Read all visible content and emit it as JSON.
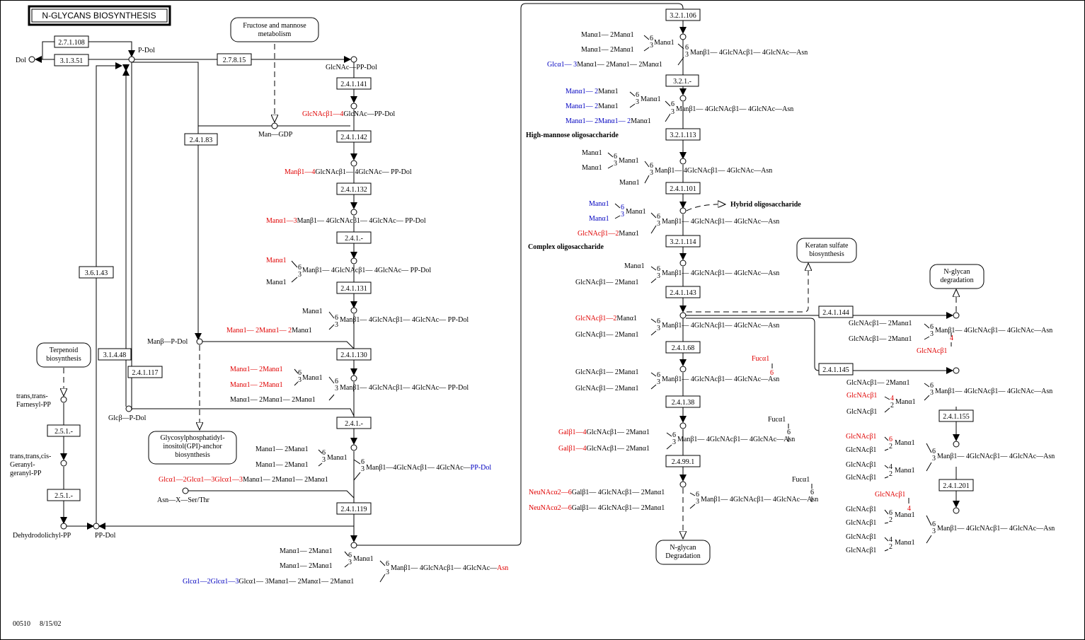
{
  "title": "N-GLYCANS BIOSYNTHESIS",
  "footer": {
    "map_id": "00510",
    "date": "8/15/02"
  },
  "enzymes": [
    "2.7.1.108",
    "3.1.3.51",
    "2.7.8.15",
    "3.6.1.43",
    "2.4.1.83",
    "3.1.4.48",
    "2.4.1.117",
    "2.5.1.-",
    "2.5.1.-",
    "2.4.1.141",
    "2.4.1.142",
    "2.4.1.132",
    "2.4.1.-",
    "2.4.1.131",
    "2.4.1.130",
    "2.4.1.-",
    "2.4.1.119",
    "3.2.1.106",
    "3.2.1.-",
    "3.2.1.113",
    "2.4.1.101",
    "3.2.1.114",
    "2.4.1.143",
    "2.4.1.68",
    "2.4.1.38",
    "2.4.99.1",
    "2.4.1.144",
    "2.4.1.145",
    "2.4.1.155",
    "2.4.1.201"
  ],
  "maps": [
    [
      "Fructose and mannose",
      "metabolism"
    ],
    [
      "Terpenoid",
      "biosynthesis"
    ],
    [
      "Glycosylphosphatidyl-",
      "inositol(GPI)-anchor",
      "biosynthesis"
    ],
    [
      "Keratan sulfate",
      "biosynthesis"
    ],
    [
      "N-glycan",
      "degradation"
    ],
    [
      "N-glycan",
      "Degradation"
    ]
  ],
  "compounds": {
    "dol": "Dol",
    "p_dol": "P-Dol",
    "pp_dol": "PP-Dol",
    "glcnac_pp_dol": "GlcNAc—PP-Dol",
    "man_gdp": "Man—GDP",
    "man_p_dol": "Manβ—P-Dol",
    "glc_p_dol": "Glcβ—P-Dol",
    "farnesyl": [
      "trans,trans-",
      "Farnesyl-PP"
    ],
    "geranyl": [
      "trans,trans,cis-",
      "Geranyl-",
      "geranyl-PP"
    ],
    "dehydrodolichyl": "Dehydrodolichyl-PP",
    "asn_x": "Asn—X—Ser/Thr",
    "high_mannose": "High-mannose oligosaccharide",
    "hybrid": "Hybrid oligosaccharide",
    "complex": "Complex oligosaccharide"
  },
  "col1": [
    {
      "red": "GlcNAcβ1—4",
      "black": "GlcNAc—PP-Dol"
    },
    {
      "red": "Manβ1—4",
      "black": "GlcNAcβ1— 4GlcNAc— PP-Dol"
    },
    {
      "red": "Manα1—3",
      "black": "Manβ1— 4GlcNAcβ1— 4GlcNAc— PP-Dol"
    },
    {
      "a_red": "Manα1",
      "b": "Manα1",
      "tail": "Manβ1— 4GlcNAcβ1— 4GlcNAc— PP-Dol"
    },
    {
      "a": "Manα1",
      "b_red": "Manα1— 2Manα1— 2",
      "b": "Manα1",
      "tail": "Manβ1— 4GlcNAcβ1— 4GlcNAc— PP-Dol"
    },
    {
      "a_red": "Manα1— 2Manα1",
      "b_red": "Manα1— 2Manα1",
      "mid": "Manα1",
      "c": "Manα1— 2Manα1— 2Manα1",
      "tail": "Manβ1— 4GlcNAcβ1— 4GlcNAc— PP-Dol"
    },
    {
      "a": "Manα1— 2Manα1",
      "b": "Manα1— 2Manα1",
      "mid": "Manα1",
      "c_red": "Glcα1—2Glcα1—3Glcα1—3",
      "c": "Manα1— 2Manα1— 2Manα1",
      "tail": "Manβ1—4GlcNAcβ1— 4GlcNAc—",
      "tail_blue": "PP-Dol"
    },
    {
      "a": "Manα1— 2Manα1",
      "b": "Manα1— 2Manα1",
      "mid": "Manα1",
      "c_blue": "Glcα1—2Glcα1—3",
      "c": "Glcα1— 3Manα1— 2Manα1— 2Manα1",
      "tail": "Manβ1— 4GlcNAcβ1— 4GlcNAc—",
      "tail_red": "Asn"
    }
  ],
  "col2": {
    "s1": {
      "a": "Manα1— 2Manα1",
      "b": "Manα1— 2Manα1",
      "mid": "Manα1",
      "c_blue": "Glcα1— 3",
      "c": "Manα1— 2Manα1— 2Manα1",
      "tail": "Manβ1— 4GlcNAcβ1— 4GlcNAc—Asn"
    },
    "s2": {
      "a_blue": "Manα1— 2",
      "a": "Manα1",
      "b_blue": "Manα1— 2",
      "b": "Manα1",
      "c_blue": "Manα1— 2Manα1— 2",
      "c": "Manα1",
      "tail": "Manβ1— 4GlcNAcβ1— 4GlcNAc—Asn"
    },
    "s3": {
      "a": "Manα1",
      "b": "Manα1",
      "mid": "Manα1",
      "c": "Manα1",
      "tail": "Manβ1— 4GlcNAcβ1— 4GlcNAc—Asn"
    },
    "s4": {
      "a_blue": "Manα1",
      "b_blue": "Manα1",
      "mid": "Manα1",
      "c_red": "GlcNAcβ1—2",
      "c": "Manα1",
      "tail": "Manβ1— 4GlcNAcβ1— 4GlcNAc—Asn"
    },
    "s5": {
      "a": "Manα1",
      "b": "GlcNAcβ1— 2Manα1",
      "tail": "Manβ1— 4GlcNAcβ1— 4GlcNAc—Asn"
    },
    "s6": {
      "a_red": "GlcNAcβ1—2",
      "a": "Manα1",
      "b": "GlcNAcβ1— 2Manα1",
      "tail": "Manβ1— 4GlcNAcβ1— 4GlcNAc—Asn"
    },
    "s7": {
      "fuc_red": "Fucα1",
      "a": "GlcNAcβ1— 2Manα1",
      "b": "GlcNAcβ1— 2Manα1",
      "tail": "Manβ1— 4GlcNAcβ1— 4GlcNAc—Asn"
    },
    "s8": {
      "fuc": "Fucα1",
      "a_red": "Galβ1—4",
      "a": "GlcNAcβ1— 2Manα1",
      "b_red": "Galβ1—4",
      "b": "GlcNAcβ1— 2Manα1",
      "tail": "Manβ1— 4GlcNAcβ1— 4GlcNAc—Asn"
    },
    "s9": {
      "fuc": "Fucα1",
      "a_red": "NeuNAcα2—6",
      "a": "Galβ1— 4GlcNAcβ1— 2Manα1",
      "b_red": "NeuNAcα2—6",
      "b": "Galβ1— 4GlcNAcβ1— 2Manα1",
      "tail": "Manβ1— 4GlcNAcβ1— 4GlcNAc—Asn"
    }
  },
  "col3": {
    "r1": {
      "a": "GlcNAcβ1— 2Manα1",
      "b": "GlcNAcβ1— 2Manα1",
      "tail": "Manβ1— 4GlcNAcβ1— 4GlcNAc—Asn",
      "bis_red": "GlcNAcβ1"
    },
    "r2": {
      "a": "GlcNAcβ1— 2Manα1",
      "b_red": "GlcNAcβ1",
      "b2": "GlcNAcβ1",
      "m": "Manα1",
      "tail": "Manβ1— 4GlcNAcβ1— 4GlcNAc—Asn"
    },
    "r3": {
      "a_red": "GlcNAcβ1",
      "a2": "GlcNAcβ1",
      "b2": "GlcNAcβ1",
      "b3": "GlcNAcβ1",
      "m": "Manα1",
      "tail": "Manβ1— 4GlcNAcβ1— 4GlcNAc—Asn"
    },
    "r4": {
      "top_red": "GlcNAcβ1",
      "a2": "GlcNAcβ1",
      "a3": "GlcNAcβ1",
      "b2": "GlcNAcβ1",
      "b3": "GlcNAcβ1",
      "m": "Manα1",
      "tail": "Manβ1— 4GlcNAcβ1— 4GlcNAc—Asn"
    }
  },
  "linkage_digits": {
    "six": "6",
    "three": "3",
    "four": "4",
    "two": "2"
  }
}
